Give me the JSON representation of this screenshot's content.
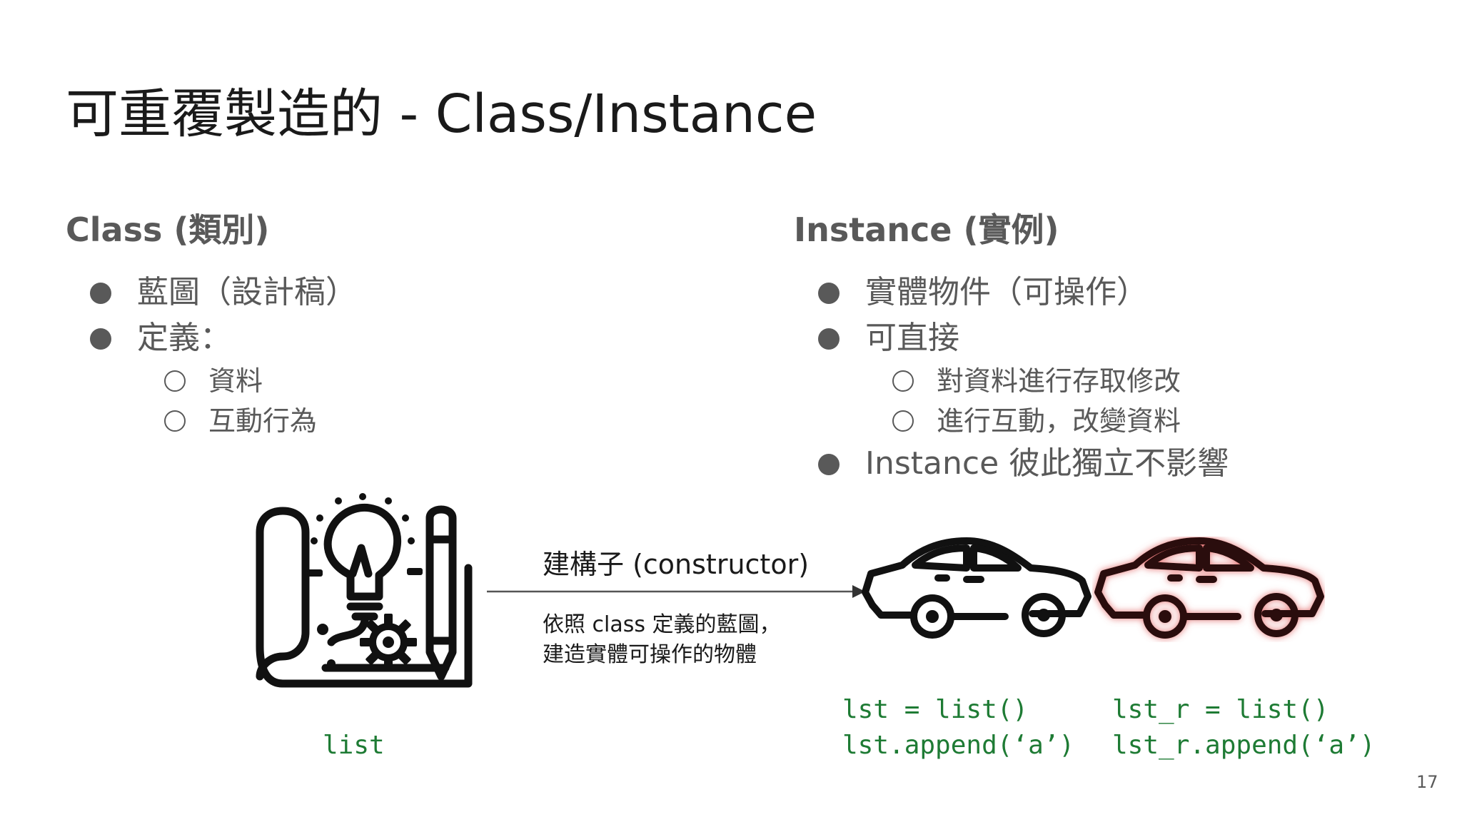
{
  "slide": {
    "title": "可重覆製造的 - Class/Instance",
    "page_number": "17"
  },
  "class_column": {
    "heading": "Class (類別)",
    "bullets": [
      {
        "text": "藍圖（設計稿）",
        "sub": []
      },
      {
        "text": "定義：",
        "sub": [
          "資料",
          "互動行為"
        ]
      }
    ],
    "code": "list"
  },
  "instance_column": {
    "heading": "Instance (實例)",
    "bullets": [
      {
        "text": "實體物件（可操作）",
        "sub": []
      },
      {
        "text": "可直接",
        "sub": [
          "對資料進行存取修改",
          "進行互動，改變資料"
        ]
      },
      {
        "text": "Instance 彼此獨立不影響",
        "sub": []
      }
    ]
  },
  "constructor": {
    "label": "建構子 (constructor)",
    "desc_line1": "依照 class 定義的藍圖，",
    "desc_line2": "建造實體可操作的物體"
  },
  "instances_code": {
    "black_line1": "lst = list()",
    "black_line2": "lst.append(‘a’)",
    "red_line1": "lst_r = list()",
    "red_line2": "lst_r.append(‘a’)"
  },
  "colors": {
    "title": "#1a1a1a",
    "body_text": "#595959",
    "code_green": "#1e7b34",
    "car_red_glow": "#e06060"
  },
  "icons": {
    "blueprint": "blueprint-lightbulb-gear-pencil-icon",
    "car_black": "car-icon",
    "car_red": "car-red-icon",
    "arrow": "arrow-right-icon"
  }
}
